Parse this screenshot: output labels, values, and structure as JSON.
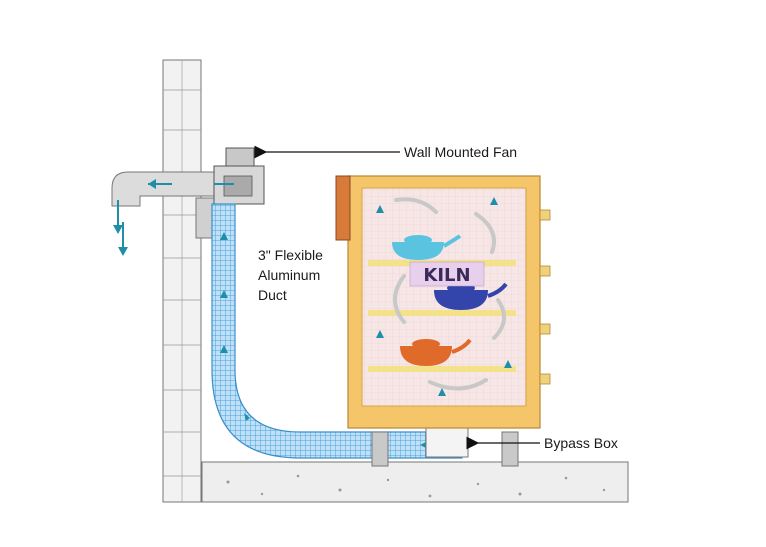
{
  "labels": {
    "wall_fan": "Wall Mounted Fan",
    "duct_line1": "3\" Flexible",
    "duct_line2": "Aluminum",
    "duct_line3": "Duct",
    "bypass": "Bypass Box",
    "kiln": "KILN"
  },
  "colors": {
    "kiln_frame": "#f5c56a",
    "kiln_interior": "#f7e6e6",
    "duct": "#4aa3df",
    "airflow": "#1f8fa8",
    "wall": "#f2f2f2",
    "floor": "#eeeeee",
    "pot_top": "#59c3e0",
    "pot_middle": "#3344aa",
    "pot_bottom": "#e06a2a",
    "shelf": "#f3e28a"
  }
}
